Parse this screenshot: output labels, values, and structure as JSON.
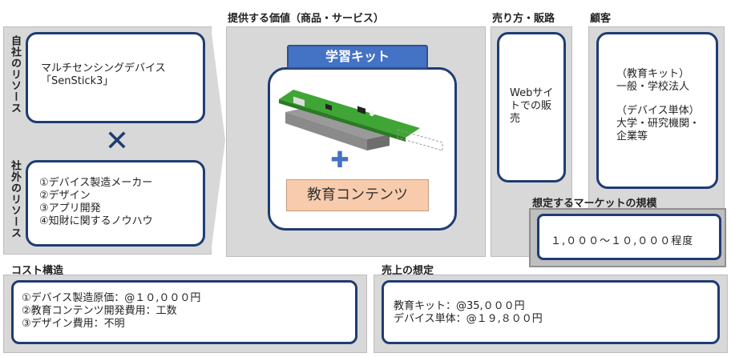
{
  "resources": {
    "internal_label": "自社のリソース",
    "external_label": "社外のリソース",
    "internal_lines": [
      "マルチセンシングデバイス",
      "「SenStick3」"
    ],
    "external_lines": [
      "①デバイス製造メーカー",
      "②デザイン",
      "③アプリ開発",
      "④知財に関するノウハウ"
    ],
    "cross_symbol": "✕"
  },
  "value": {
    "header": "提供する価値（商品・サービス）",
    "kit_label": "学習キット",
    "plus_symbol": "✚",
    "content_label": "教育コンテンツ"
  },
  "channel": {
    "header": "売り方・販路",
    "lines": [
      "Webサイ",
      "トでの販",
      "売"
    ]
  },
  "customer": {
    "header": "顧客",
    "lines": [
      "（教育キット）",
      "一般・学校法人",
      "",
      "（デバイス単体）",
      "大学・研究機関・",
      "企業等"
    ]
  },
  "market": {
    "header": "想定するマーケットの規模",
    "value": "１,０００〜１０,０００程度"
  },
  "cost": {
    "header": "コスト構造",
    "lines": [
      "①デバイス製造原価：@１０,０００円",
      "②教育コンテンツ開発費用：工数",
      "③デザイン費用：不明"
    ]
  },
  "revenue": {
    "header": "売上の想定",
    "lines": [
      "教育キット：@35,０００円",
      "デバイス単体：@１９,８００円"
    ]
  },
  "colors": {
    "navy": "#1f3c73",
    "kit_blue": "#4472c4",
    "content_orange": "#f8cbad",
    "panel_grey": "#d8d8d8"
  }
}
